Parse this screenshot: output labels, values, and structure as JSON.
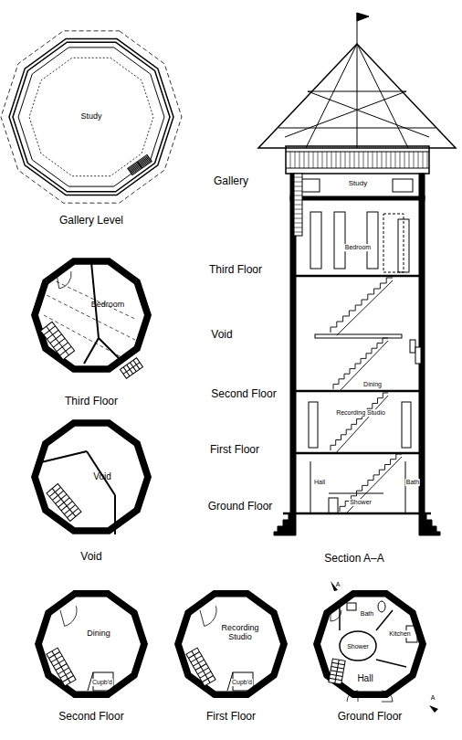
{
  "diagram": {
    "labels": [
      "Study",
      "Gallery Level",
      "Bedroom",
      "Third Floor",
      "Void",
      "Void",
      "Dining",
      "Cupb'd",
      "Second Floor",
      "Recording Studio",
      "Cupb'd",
      "First Floor",
      "Bath",
      "Kitchen",
      "Shower",
      "Hall",
      "Ground Floor",
      "A",
      "A",
      "Gallery",
      "Third Floor",
      "Void",
      "Second Floor",
      "First Floor",
      "Ground Floor",
      "Study",
      "Bedroom",
      "Dining",
      "Recording Studio",
      "Hall",
      "Bath",
      "Shower",
      "Section A–A"
    ]
  }
}
